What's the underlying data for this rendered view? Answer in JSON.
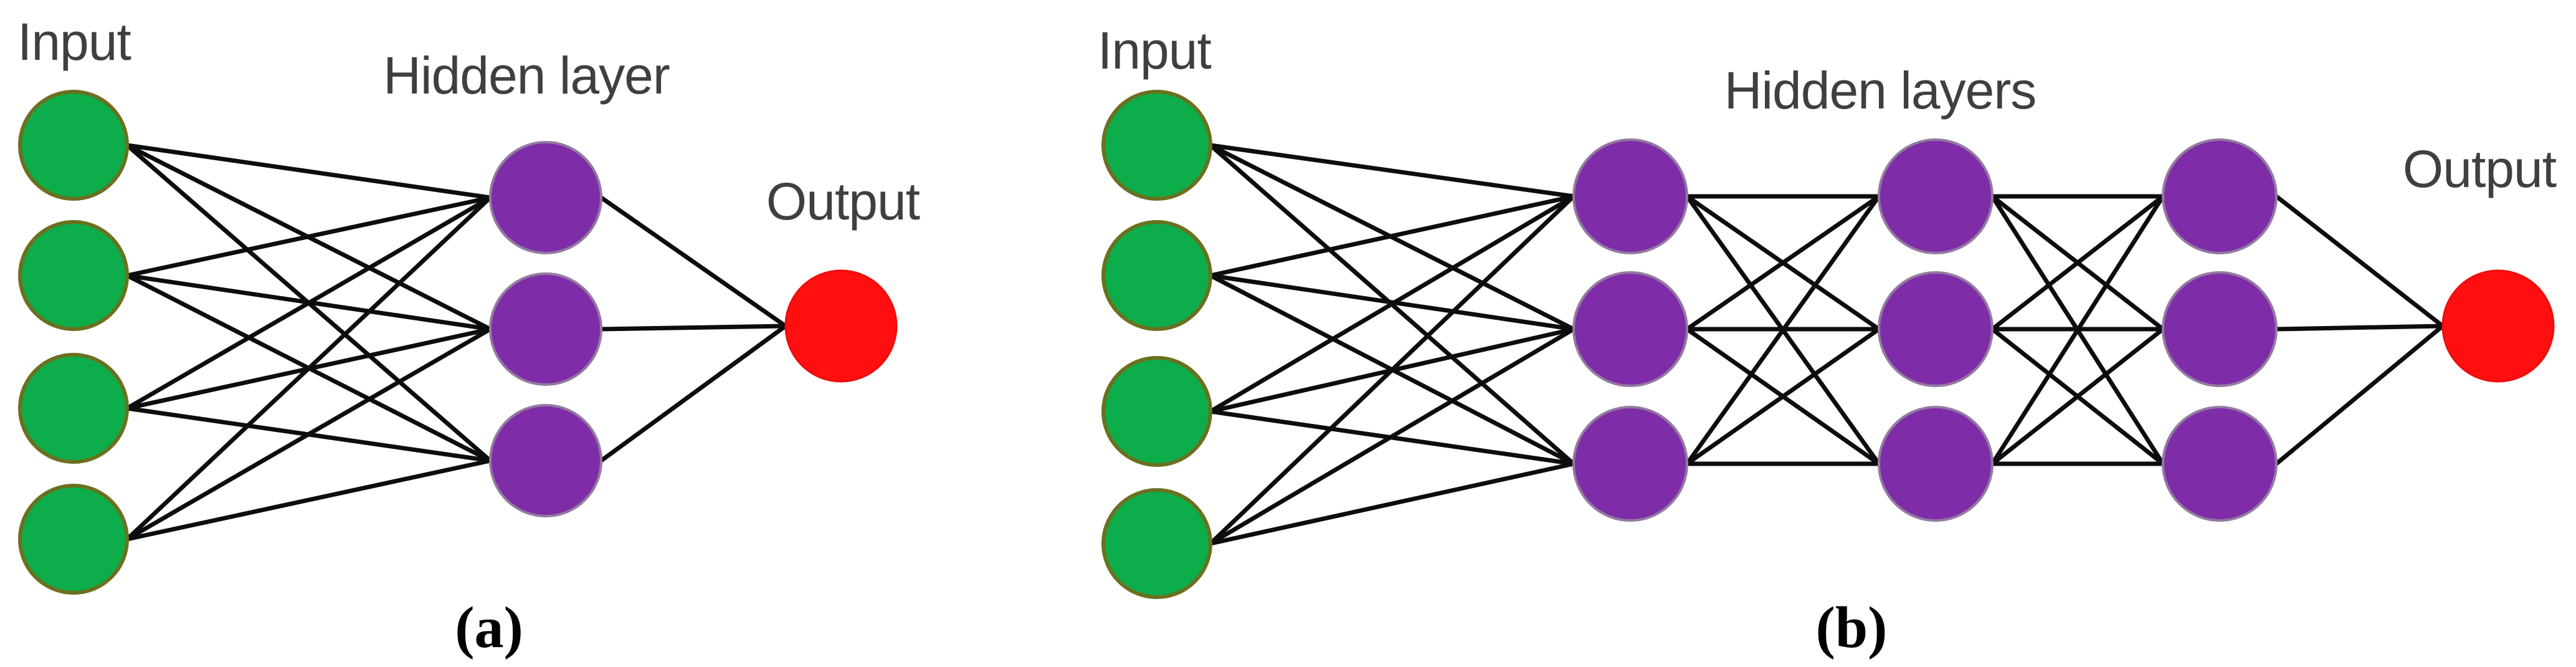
{
  "figure": {
    "type": "neural-network-diagram",
    "background": "#ffffff",
    "colors": {
      "input_node": "#0cad4a",
      "input_node_border": "#6b701f",
      "hidden_node": "#7e2ca8",
      "hidden_node_border": "#937aa0",
      "output_node": "#ff0f0f",
      "output_node_border": "#ee0c0c",
      "edge": "#0d0d0d",
      "label_text": "#3f3f3f",
      "caption_text": "#000000"
    },
    "panels": [
      {
        "id": "a",
        "caption": "(a)",
        "input_label": "Input",
        "hidden_label": "Hidden layer",
        "output_label": "Output",
        "structure": {
          "input_nodes": 4,
          "hidden_layers": [
            3
          ],
          "output_nodes": 1,
          "connectivity": "fully-connected"
        }
      },
      {
        "id": "b",
        "caption": "(b)",
        "input_label": "Input",
        "hidden_label": "Hidden layers",
        "output_label": "Output",
        "structure": {
          "input_nodes": 4,
          "hidden_layers": [
            3,
            3,
            3
          ],
          "output_nodes": 1,
          "connectivity": "fully-connected"
        }
      }
    ]
  }
}
